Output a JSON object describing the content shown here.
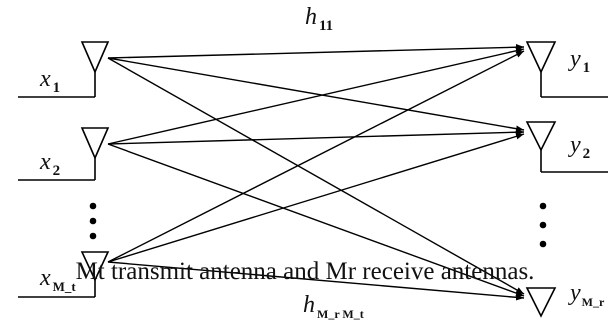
{
  "diagram": {
    "transmitters": [
      {
        "label": "x",
        "sub": "1"
      },
      {
        "label": "x",
        "sub": "2"
      },
      {
        "label": "x",
        "sub": "M_t"
      }
    ],
    "receivers": [
      {
        "label": "y",
        "sub": "1"
      },
      {
        "label": "y",
        "sub": "2"
      },
      {
        "label": "y",
        "sub": "M_r"
      }
    ],
    "channel_labels": {
      "top": {
        "label": "h",
        "sub": "11"
      },
      "bottom": {
        "label": "h",
        "sub": "M_r M_t"
      }
    },
    "caption": "Mt transmit antenna and Mr receive antennas."
  }
}
